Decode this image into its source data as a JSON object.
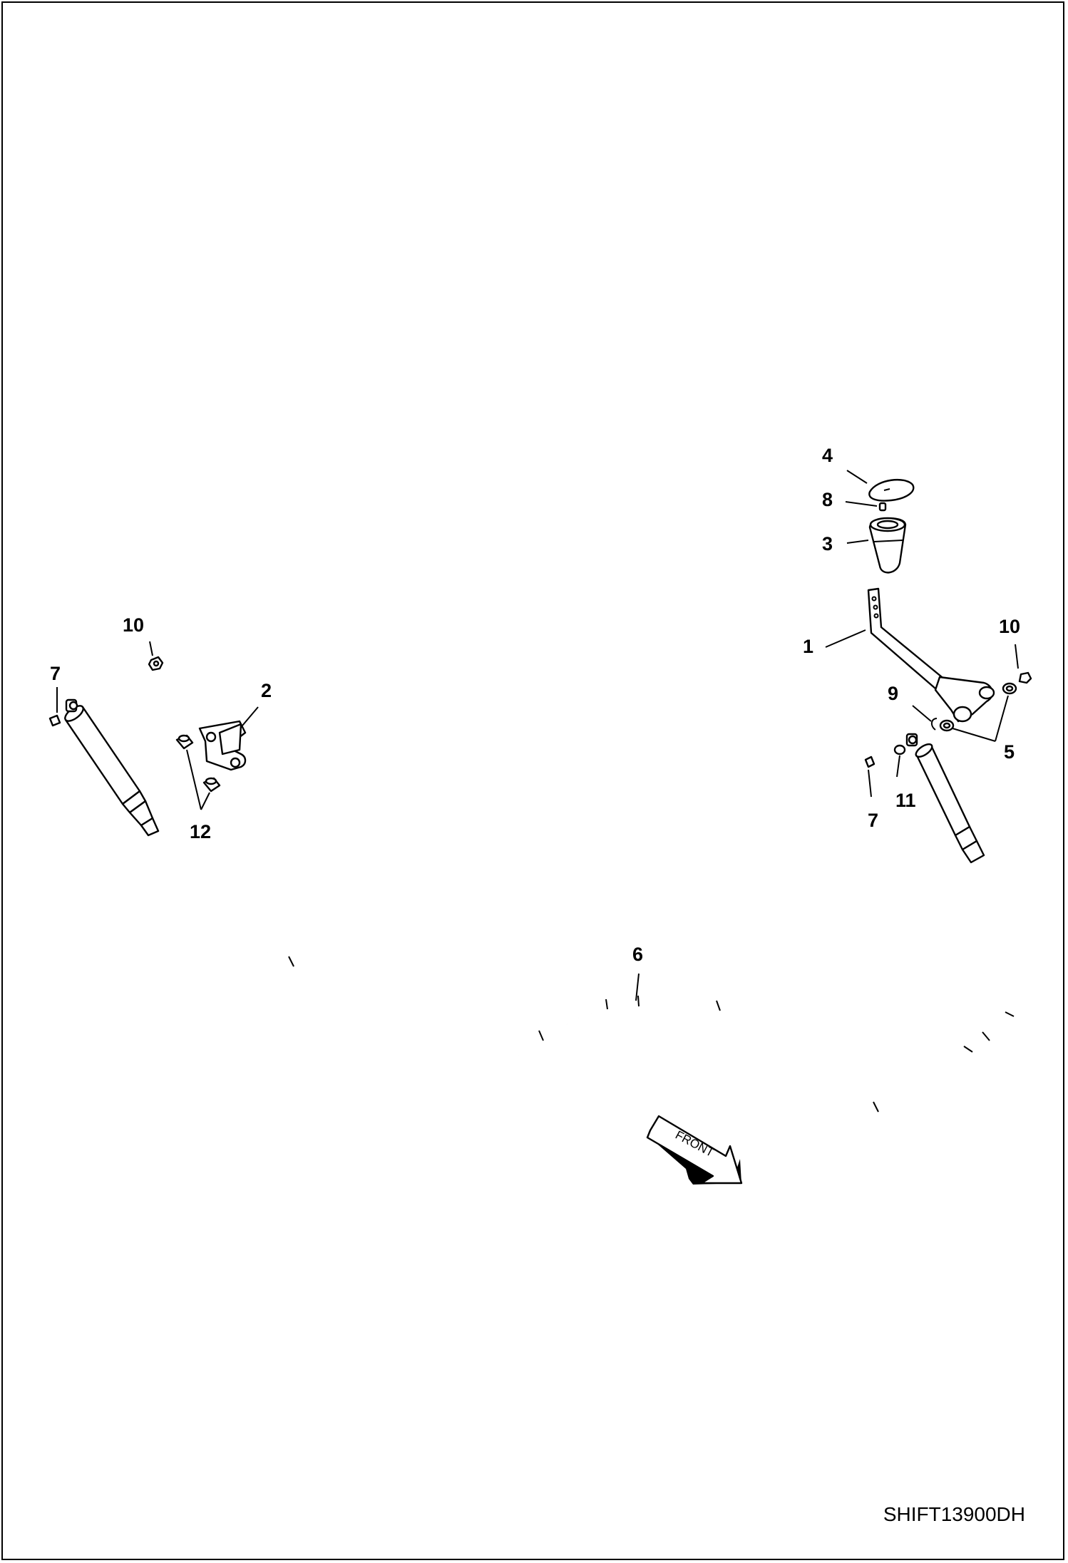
{
  "diagram": {
    "drawing_code": "SHIFT13900DH",
    "direction_label": "FRONT",
    "callouts": [
      {
        "id": "c4",
        "text": "4"
      },
      {
        "id": "c8",
        "text": "8"
      },
      {
        "id": "c3",
        "text": "3"
      },
      {
        "id": "c1",
        "text": "1"
      },
      {
        "id": "c10r",
        "text": "10"
      },
      {
        "id": "c9",
        "text": "9"
      },
      {
        "id": "c5",
        "text": "5"
      },
      {
        "id": "c11",
        "text": "11"
      },
      {
        "id": "c7r",
        "text": "7"
      },
      {
        "id": "c10l",
        "text": "10"
      },
      {
        "id": "c7l",
        "text": "7"
      },
      {
        "id": "c2",
        "text": "2"
      },
      {
        "id": "c12",
        "text": "12"
      },
      {
        "id": "c6",
        "text": "6"
      }
    ]
  }
}
